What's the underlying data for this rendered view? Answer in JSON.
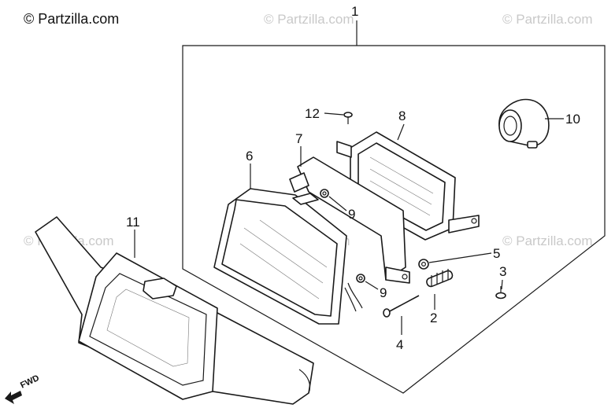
{
  "watermark": {
    "brand": "© Partzilla.com",
    "repeat": "© Partzilla.com"
  },
  "direction_label": "FWD",
  "callouts": {
    "c1": "1",
    "c2": "2",
    "c3": "3",
    "c4": "4",
    "c5": "5",
    "c6": "6",
    "c7": "7",
    "c8": "8",
    "c9a": "9",
    "c9b": "9",
    "c10": "10",
    "c11": "11",
    "c12": "12"
  },
  "colors": {
    "ink": "#1a1a1a",
    "watermark": "#c9c9c9",
    "background": "#ffffff"
  }
}
